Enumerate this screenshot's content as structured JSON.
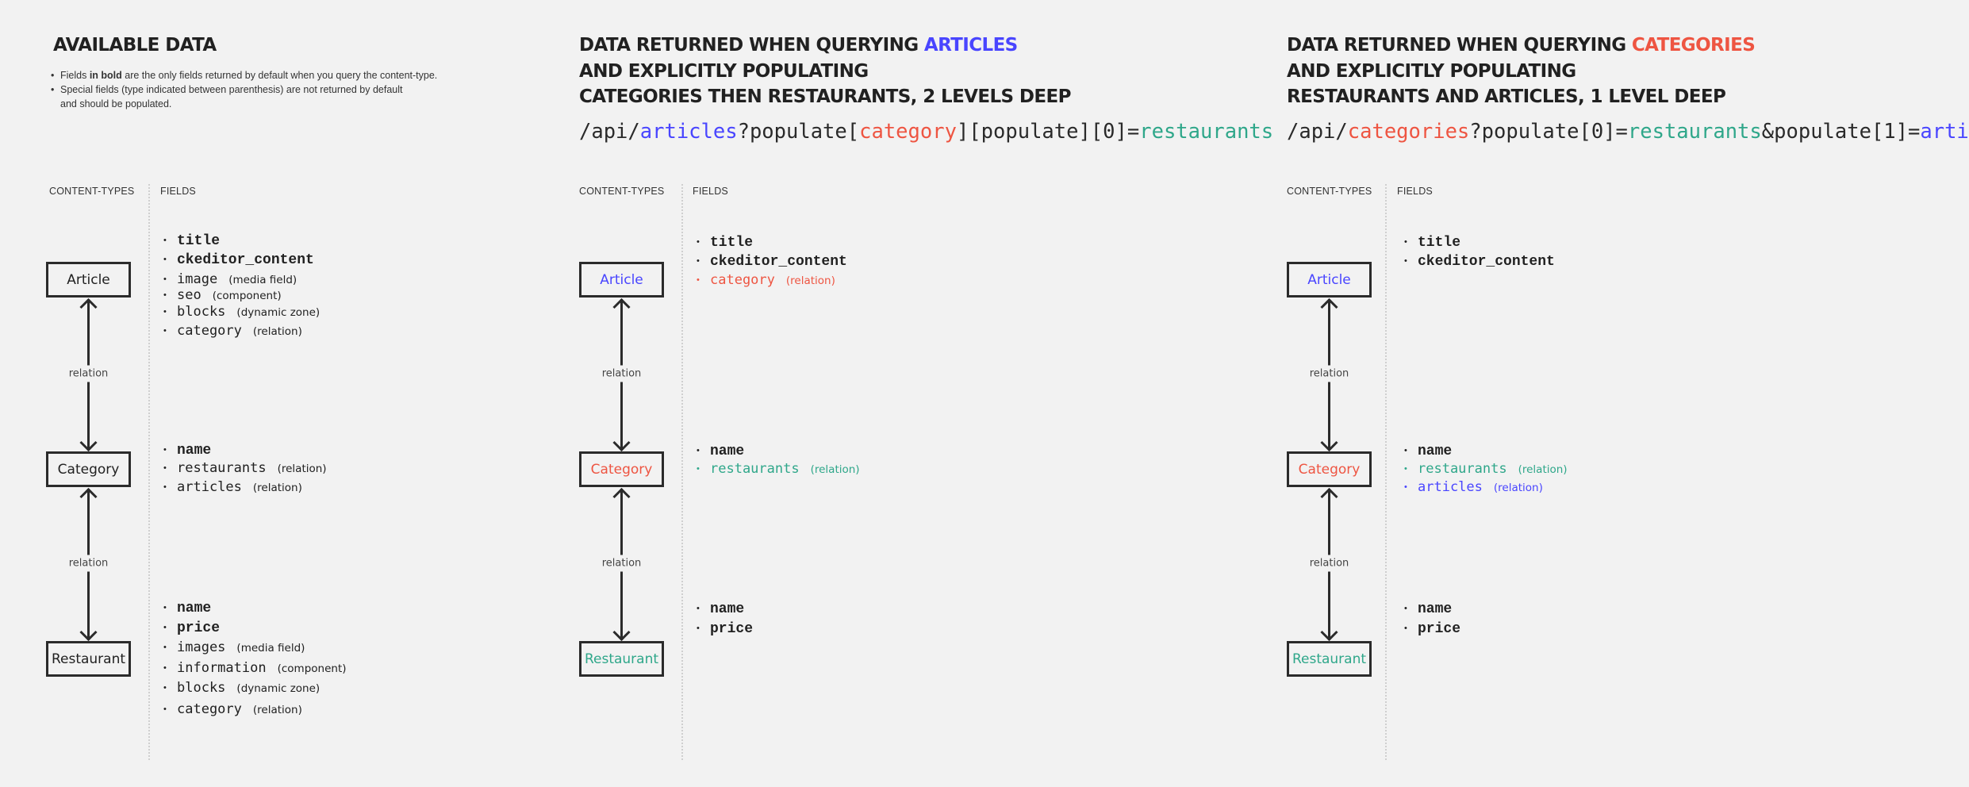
{
  "colors": {
    "text": "#212121",
    "articles": "#4945ff",
    "categories": "#ee5542",
    "restaurants": "#2fa78a",
    "background": "#f2f2f2"
  },
  "panels": [
    {
      "title_lines": [
        [
          {
            "text": "AVAILABLE DATA"
          }
        ]
      ],
      "notes": [
        [
          {
            "text": "Fields "
          },
          {
            "text": "in bold",
            "bold": true
          },
          {
            "text": " are the only fields returned by default when you query the content-type."
          }
        ],
        [
          {
            "text": "Special fields (type indicated between parenthesis) are not returned by default"
          }
        ],
        [
          {
            "text": "and should be populated."
          }
        ]
      ],
      "url": [],
      "col_content_types": "CONTENT-TYPES",
      "col_fields": "FIELDS",
      "relation_label": "relation",
      "types": [
        {
          "name": "Article",
          "fields": [
            {
              "name": "title",
              "bold": true
            },
            {
              "name": "ckeditor_content",
              "bold": true
            },
            {
              "name": "image",
              "type": "(media field)"
            },
            {
              "name": "seo",
              "type": "(component)"
            },
            {
              "name": "blocks",
              "type": "(dynamic zone)"
            },
            {
              "name": "category",
              "type": "(relation)"
            }
          ]
        },
        {
          "name": "Category",
          "fields": [
            {
              "name": "name",
              "bold": true
            },
            {
              "name": "restaurants",
              "type": "(relation)"
            },
            {
              "name": "articles",
              "type": "(relation)"
            }
          ]
        },
        {
          "name": "Restaurant",
          "fields": [
            {
              "name": "name",
              "bold": true
            },
            {
              "name": "price",
              "bold": true
            },
            {
              "name": "images",
              "type": "(media field)"
            },
            {
              "name": "information",
              "type": "(component)"
            },
            {
              "name": "blocks",
              "type": "(dynamic zone)"
            },
            {
              "name": "category",
              "type": "(relation)"
            }
          ]
        }
      ]
    },
    {
      "title_lines": [
        [
          {
            "text": "DATA RETURNED WHEN QUERYING "
          },
          {
            "text": "ARTICLES",
            "color": "#4945ff"
          }
        ],
        [
          {
            "text": "AND EXPLICITLY POPULATING"
          }
        ],
        [
          {
            "text": "CATEGORIES THEN RESTAURANTS, 2 LEVELS DEEP"
          }
        ]
      ],
      "notes": [],
      "url": [
        {
          "text": "/api/"
        },
        {
          "text": "articles",
          "color": "#4945ff"
        },
        {
          "text": "?populate["
        },
        {
          "text": "category",
          "color": "#ee5542"
        },
        {
          "text": "][populate][0]="
        },
        {
          "text": "restaurants",
          "color": "#2fa78a"
        }
      ],
      "col_content_types": "CONTENT-TYPES",
      "col_fields": "FIELDS",
      "relation_label": "relation",
      "types": [
        {
          "name": "Article",
          "color": "#4945ff",
          "fields": [
            {
              "name": "title",
              "bold": true
            },
            {
              "name": "ckeditor_content",
              "bold": true
            },
            {
              "name": "category",
              "type": "(relation)",
              "color": "#ee5542"
            }
          ]
        },
        {
          "name": "Category",
          "color": "#ee5542",
          "fields": [
            {
              "name": "name",
              "bold": true
            },
            {
              "name": "restaurants",
              "type": "(relation)",
              "color": "#2fa78a"
            }
          ]
        },
        {
          "name": "Restaurant",
          "color": "#2fa78a",
          "fields": [
            {
              "name": "name",
              "bold": true
            },
            {
              "name": "price",
              "bold": true
            }
          ]
        }
      ]
    },
    {
      "title_lines": [
        [
          {
            "text": "DATA RETURNED WHEN QUERYING "
          },
          {
            "text": "CATEGORIES",
            "color": "#ee5542"
          }
        ],
        [
          {
            "text": "AND EXPLICITLY POPULATING"
          }
        ],
        [
          {
            "text": "RESTAURANTS AND ARTICLES, 1 LEVEL DEEP"
          }
        ]
      ],
      "notes": [],
      "url": [
        {
          "text": "/api/"
        },
        {
          "text": "categories",
          "color": "#ee5542"
        },
        {
          "text": "?populate[0]="
        },
        {
          "text": "restaurants",
          "color": "#2fa78a"
        },
        {
          "text": "&populate[1]="
        },
        {
          "text": "articles",
          "color": "#4945ff"
        }
      ],
      "col_content_types": "CONTENT-TYPES",
      "col_fields": "FIELDS",
      "relation_label": "relation",
      "types": [
        {
          "name": "Article",
          "color": "#4945ff",
          "fields": [
            {
              "name": "title",
              "bold": true
            },
            {
              "name": "ckeditor_content",
              "bold": true
            }
          ]
        },
        {
          "name": "Category",
          "color": "#ee5542",
          "fields": [
            {
              "name": "name",
              "bold": true
            },
            {
              "name": "restaurants",
              "type": "(relation)",
              "color": "#2fa78a"
            },
            {
              "name": "articles",
              "type": "(relation)",
              "color": "#4945ff"
            }
          ]
        },
        {
          "name": "Restaurant",
          "color": "#2fa78a",
          "fields": [
            {
              "name": "name",
              "bold": true
            },
            {
              "name": "price",
              "bold": true
            }
          ]
        }
      ]
    }
  ]
}
